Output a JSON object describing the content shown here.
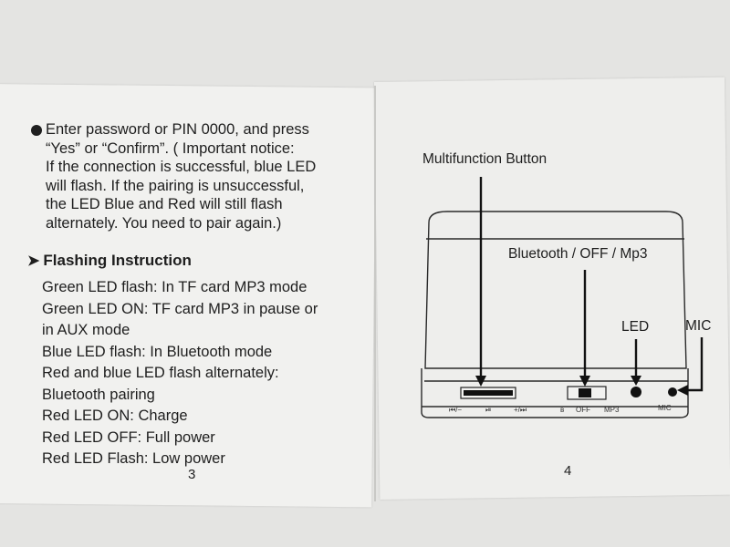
{
  "left_page": {
    "paragraph_lines": [
      "Enter password or PIN 0000, and press",
      "“Yes” or “Confirm”. ( Important notice:",
      "If the connection is successful, blue LED",
      "will flash. If the pairing is unsuccessful,",
      "the LED Blue and Red will still flash",
      "alternately. You need to pair again.)"
    ],
    "heading": "Flashing Instruction",
    "flash_items": [
      "Green LED flash: In TF card MP3 mode",
      "Green LED ON: TF card MP3 in pause or",
      "in AUX mode",
      "Blue LED flash: In Bluetooth mode",
      "Red and blue LED flash alternately:",
      "Bluetooth pairing",
      "Red LED ON: Charge",
      "Red LED OFF: Full power",
      "Red LED Flash: Low power"
    ],
    "page_number": "3"
  },
  "right_page": {
    "label_multifunction": "Multifunction Button",
    "label_switch": "Bluetooth / OFF / Mp3",
    "label_led": "LED",
    "label_mic": "MIC",
    "panel_prev": "⏮/−",
    "panel_play": "⏯",
    "panel_next": "+/⏭",
    "panel_bt": "ʙ",
    "panel_off": "OFF",
    "panel_mp3": "MP3",
    "panel_mic": "MIC",
    "page_number": "4"
  }
}
